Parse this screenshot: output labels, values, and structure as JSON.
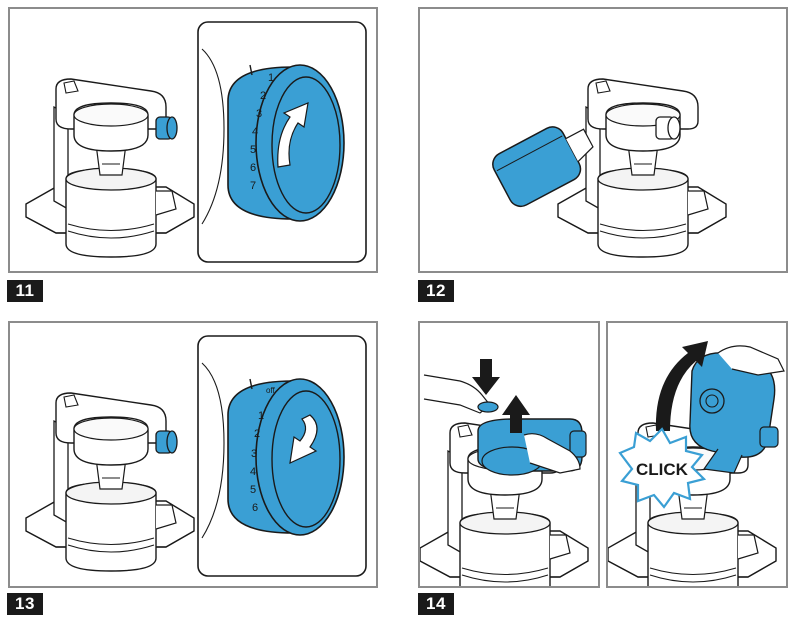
{
  "steps": [
    {
      "number": "11"
    },
    {
      "number": "12"
    },
    {
      "number": "13"
    },
    {
      "number": "14"
    }
  ],
  "dial_11": {
    "scale": [
      "1",
      "2",
      "3",
      "4",
      "5",
      "6",
      "7"
    ]
  },
  "dial_13": {
    "off_label": "off",
    "scale": [
      "1",
      "2",
      "3",
      "4",
      "5",
      "6"
    ]
  },
  "step_14": {
    "click_label": "CLICK"
  },
  "colors": {
    "accent_blue": "#3a9fd4",
    "accent_blue_dark": "#1f6f9e",
    "line": "#1a1a1a",
    "frame": "#8c8c8c",
    "badge_bg": "#1a1a1a"
  },
  "icons": [
    "rotate-clockwise-arrow-icon",
    "rotate-counterclockwise-arrow-icon",
    "press-down-arrow-icon",
    "lift-up-arrow-icon",
    "swing-up-arrow-icon",
    "click-burst-icon"
  ]
}
